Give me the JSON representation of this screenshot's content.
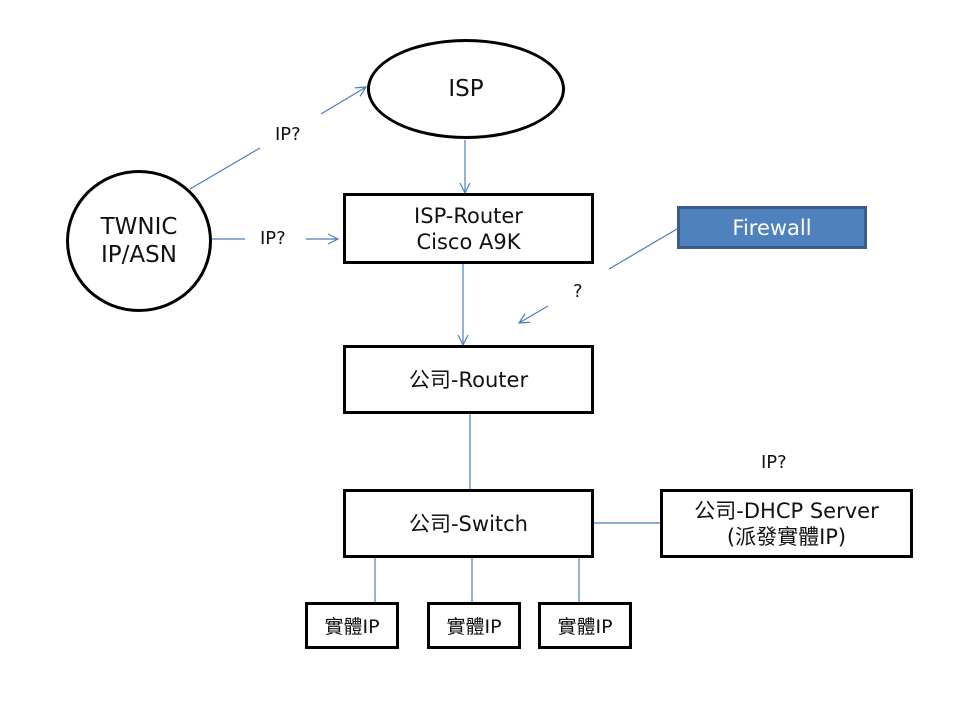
{
  "nodes": {
    "isp": {
      "label": "ISP",
      "shape": "ellipse"
    },
    "twnic": {
      "line1": "TWNIC",
      "line2": "IP/ASN",
      "shape": "circle"
    },
    "isp_router": {
      "line1": "ISP-Router",
      "line2": "Cisco A9K",
      "shape": "box"
    },
    "firewall": {
      "label": "Firewall",
      "shape": "box",
      "fill": "#4f81bd",
      "border": "#385d8a",
      "text_color": "#ffffff"
    },
    "company_router": {
      "label": "公司-Router",
      "shape": "box"
    },
    "company_switch": {
      "label": "公司-Switch",
      "shape": "box"
    },
    "dhcp_server": {
      "line1": "公司-DHCP Server",
      "line2": "(派發實體IP)",
      "shape": "box"
    },
    "hosts": [
      {
        "label": "實體IP"
      },
      {
        "label": "實體IP"
      },
      {
        "label": "實體IP"
      }
    ]
  },
  "edge_labels": {
    "twnic_to_isp": "IP?",
    "twnic_to_isp_router": "IP?",
    "firewall_question": "?",
    "dhcp_question": "IP?"
  },
  "edges": [
    {
      "from": "twnic",
      "to": "isp",
      "arrow": true,
      "label": "IP?"
    },
    {
      "from": "twnic",
      "to": "isp_router",
      "arrow": true,
      "label": "IP?"
    },
    {
      "from": "isp",
      "to": "isp_router",
      "arrow": true
    },
    {
      "from": "isp_router",
      "to": "company_router",
      "arrow": true
    },
    {
      "from": "firewall",
      "to": "isp_router-company_router link",
      "arrow": true,
      "label": "?"
    },
    {
      "from": "company_router",
      "to": "company_switch",
      "arrow": false
    },
    {
      "from": "company_switch",
      "to": "dhcp_server",
      "arrow": false,
      "label": "IP?"
    },
    {
      "from": "company_switch",
      "to": "host_1",
      "arrow": false
    },
    {
      "from": "company_switch",
      "to": "host_2",
      "arrow": false
    },
    {
      "from": "company_switch",
      "to": "host_3",
      "arrow": false
    }
  ],
  "colors": {
    "edge": "#4a7ebb",
    "node_border": "#000000"
  }
}
